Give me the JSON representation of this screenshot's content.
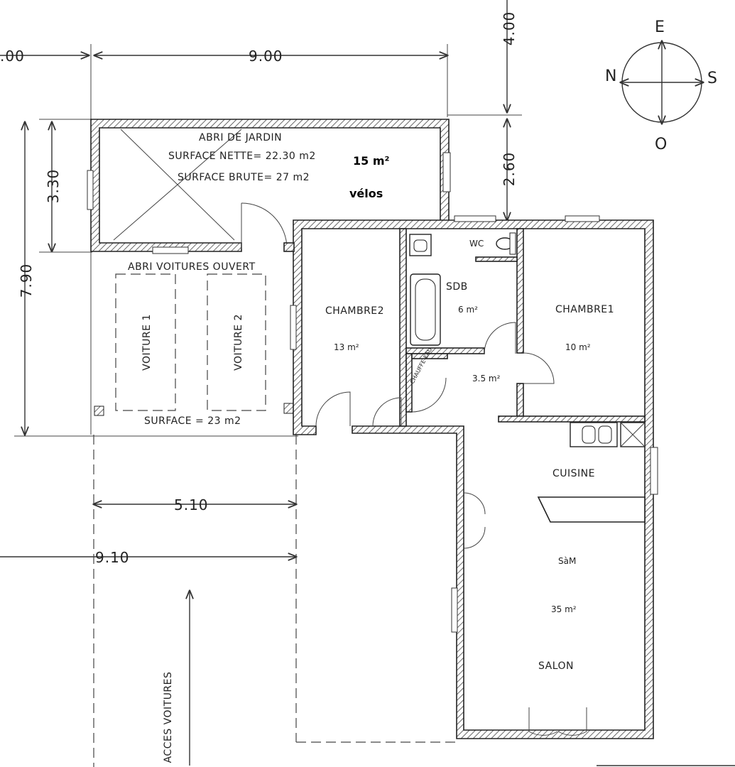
{
  "dimensions": {
    "top_left_partial": ".00",
    "top_width": "9.00",
    "top_right_vertical": "4.00",
    "right_gap": "2.60",
    "left_shed_height": "3.30",
    "left_total_height": "7.90",
    "carport_width": "5.10",
    "bottom_width": "9.10"
  },
  "compass": {
    "north": "N",
    "east": "E",
    "south": "S",
    "west": "O"
  },
  "garden_shed": {
    "title": "ABRI DE JARDIN",
    "net_area": "SURFACE NETTE= 22.30 m2",
    "gross_area": "SURFACE BRUTE= 27 m2",
    "added_area": "15 m²",
    "added_use": "vélos"
  },
  "carport": {
    "title": "ABRI VOITURES OUVERT",
    "car1": "VOITURE 1",
    "car2": "VOITURE 2",
    "area": "SURFACE = 23 m2"
  },
  "rooms": {
    "bedroom2": {
      "name": "CHAMBRE2",
      "area": "13 m²"
    },
    "bathroom": {
      "name": "SDB",
      "area": "6 m²"
    },
    "wc": {
      "name": "WC"
    },
    "bedroom1": {
      "name": "CHAMBRE1",
      "area": "10 m²"
    },
    "boiler": {
      "name": "CHAUFFE-EAU"
    },
    "hall": {
      "area": "3.5 m²"
    },
    "kitchen": {
      "name": "CUISINE"
    },
    "dining": {
      "name": "SàM",
      "area": "35 m²"
    },
    "living": {
      "name": "SALON"
    }
  },
  "access": {
    "label": "ACCES VOITURES"
  }
}
